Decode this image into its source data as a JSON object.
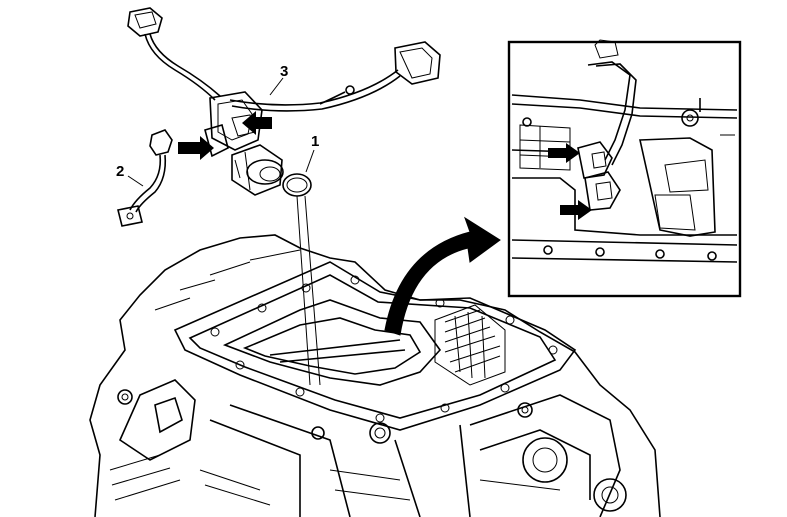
{
  "diagram": {
    "callouts": [
      {
        "id": "1",
        "label": "1"
      },
      {
        "id": "2",
        "label": "2"
      },
      {
        "id": "3",
        "label": "3"
      }
    ],
    "colors": {
      "ink": "#000000",
      "paper": "#ffffff"
    },
    "icons": [
      "arrow-icon",
      "curved-arrow-icon"
    ]
  }
}
